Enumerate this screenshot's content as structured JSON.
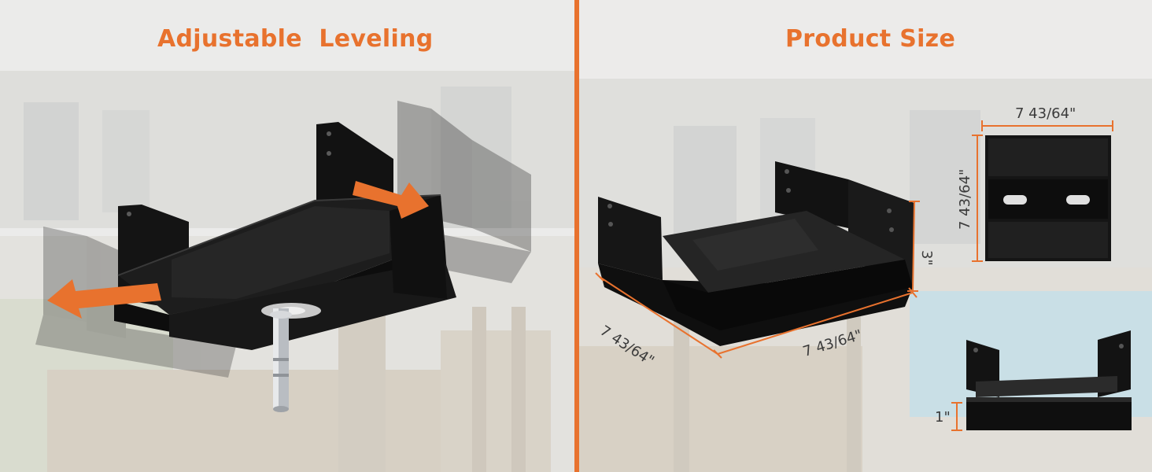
{
  "colors": {
    "accent": "#e8722e",
    "bracket": "#141414",
    "label": "#3b3b3b",
    "pool": "#9fc8d8"
  },
  "left_panel": {
    "title": "Adjustable  Leveling"
  },
  "right_panel": {
    "title": "Product Size",
    "dimensions": {
      "main_depth": "7 43/64\"",
      "main_width": "7 43/64\"",
      "main_height": "3\"",
      "top_view_width": "7 43/64\"",
      "top_view_height": "7 43/64\"",
      "side_view_height": "1\""
    }
  }
}
